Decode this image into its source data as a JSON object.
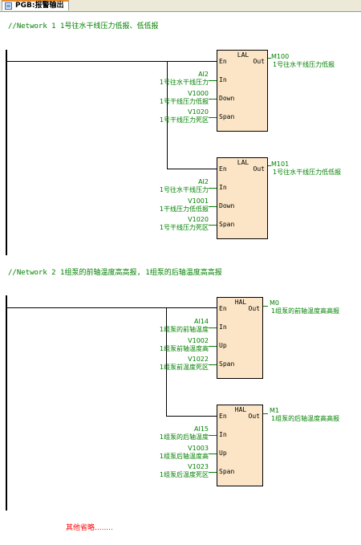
{
  "tab": {
    "title": "PGB:报警输出"
  },
  "networks": [
    {
      "comment": "//Network 1  1号往水干线压力低报、低低报",
      "blocks": [
        {
          "name": "LAL",
          "pins": [
            "En",
            "In",
            "Down",
            "Span"
          ],
          "out_pin": "Out",
          "inputs": [
            {
              "addr": "AI2",
              "desc": "1号往水干线压力"
            },
            {
              "addr": "V1000",
              "desc": "1号干线压力低报"
            },
            {
              "addr": "V1020",
              "desc": "1号干线压力死区"
            }
          ],
          "output": {
            "addr": "M100",
            "desc": "1号往水干线压力低报"
          }
        },
        {
          "name": "LAL",
          "pins": [
            "En",
            "In",
            "Down",
            "Span"
          ],
          "out_pin": "Out",
          "inputs": [
            {
              "addr": "AI2",
              "desc": "1号往水干线压力"
            },
            {
              "addr": "V1001",
              "desc": "1干线压力低低报"
            },
            {
              "addr": "V1020",
              "desc": "1号干线压力死区"
            }
          ],
          "output": {
            "addr": "M101",
            "desc": "1号往水干线压力低低报"
          }
        }
      ]
    },
    {
      "comment": "//Network 2  1组泵的前轴温度高高报, 1组泵的后轴温度高高报",
      "blocks": [
        {
          "name": "HAL",
          "pins": [
            "En",
            "In",
            "Up",
            "Span"
          ],
          "out_pin": "Out",
          "inputs": [
            {
              "addr": "AI14",
              "desc": "1组泵的前轴温度"
            },
            {
              "addr": "V1002",
              "desc": "1组泵前轴温度高"
            },
            {
              "addr": "V1022",
              "desc": "1组泵前温度死区"
            }
          ],
          "output": {
            "addr": "M0",
            "desc": "1组泵的前轴温度高高报"
          }
        },
        {
          "name": "HAL",
          "pins": [
            "En",
            "In",
            "Up",
            "Span"
          ],
          "out_pin": "Out",
          "inputs": [
            {
              "addr": "AI15",
              "desc": "1组泵的后轴温度"
            },
            {
              "addr": "V1003",
              "desc": "1组泵后轴温度高"
            },
            {
              "addr": "V1023",
              "desc": "1组泵后温度死区"
            }
          ],
          "output": {
            "addr": "M1",
            "desc": "1组泵的后轴温度高高报"
          }
        }
      ]
    }
  ],
  "footer": {
    "text": "其他省略........"
  }
}
